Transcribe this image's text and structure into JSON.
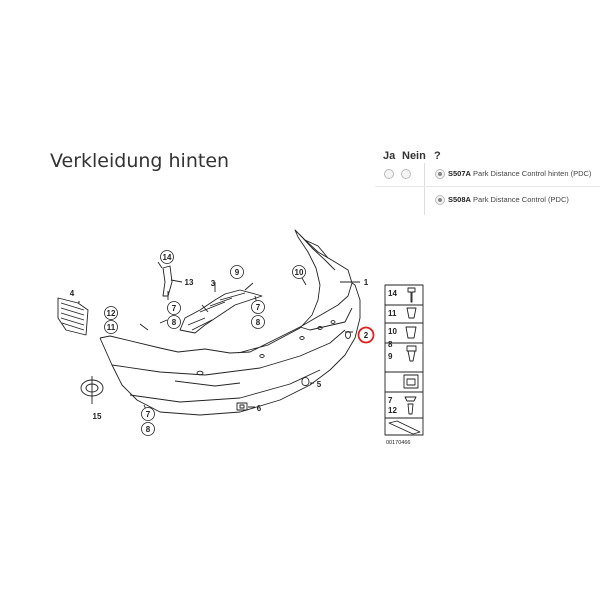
{
  "page": {
    "title": "Verkleidung hinten"
  },
  "options": {
    "headers": {
      "yes": "Ja",
      "no": "Nein",
      "question": "?"
    },
    "rows": [
      {
        "code": "S507A",
        "label": "Park Distance Control hinten (PDC)"
      },
      {
        "code": "S508A",
        "label": "Park Distance Control (PDC)"
      }
    ]
  },
  "diagram": {
    "circled_labels": {
      "c14": "14",
      "c9": "9",
      "c10": "10",
      "c7a": "7",
      "c8a": "8",
      "c7b": "7",
      "c8b": "8",
      "c12": "12",
      "c11": "11",
      "c7c": "7",
      "c8c": "8",
      "c2": "2"
    },
    "plain_labels": {
      "p13": "13",
      "p3": "3",
      "p1": "1",
      "p4": "4",
      "p5": "5",
      "p6": "6",
      "p15": "15"
    },
    "legend": {
      "items": [
        "14",
        "11",
        "10",
        "8",
        "9",
        "",
        "7",
        "12",
        ""
      ],
      "code": "00170466"
    },
    "highlight_color": "#e02020"
  }
}
